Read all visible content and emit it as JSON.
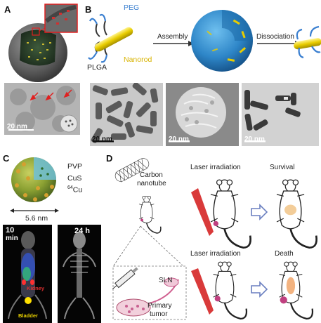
{
  "panels": {
    "A": {
      "label": "A",
      "scale_bar": "20 nm"
    },
    "B": {
      "label": "B",
      "peg": "PEG",
      "plga": "PLGA",
      "nanorod": "Nanorod",
      "assembly": "Assembly",
      "dissociation": "Dissociation",
      "scale_bars": [
        "20 nm",
        "20 nm",
        "20 nm"
      ]
    },
    "C": {
      "label": "C",
      "pvp": "PVP",
      "cus": "CuS",
      "cu_sup": "64",
      "cu": "Cu",
      "size": "5.6 nm",
      "time1": "10",
      "time1_unit": "min",
      "time2": "24 h",
      "kidney": "Kidney",
      "bladder": "Bladder"
    },
    "D": {
      "label": "D",
      "carbon": "Carbon",
      "nanotube": "nanotube",
      "laser1": "Laser irradiation",
      "survival": "Survival",
      "laser2": "Laser irradiation",
      "death": "Death",
      "sln": "SLN",
      "primary": "Primary",
      "tumor": "tumor"
    }
  },
  "colors": {
    "peg_blue": "#3a7fd0",
    "nanorod_yellow": "#d8b300",
    "sphere_blue": "#2e86c8",
    "laser_red": "#d93a3a",
    "arrow_blue": "#6a7fc0"
  }
}
